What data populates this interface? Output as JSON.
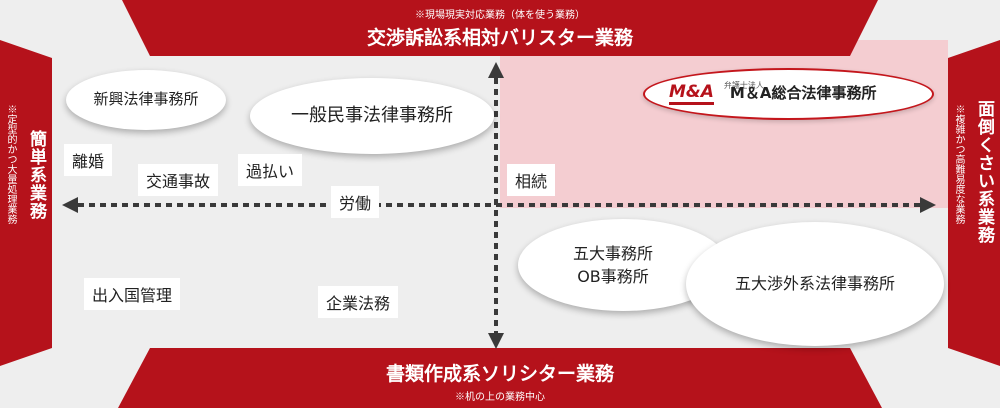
{
  "top": {
    "note": "※現場現実対応業務（体を使う業務）",
    "title": "交渉訴訟系相対バリスター業務"
  },
  "bottom": {
    "title": "書類作成系ソリシター業務",
    "note": "※机の上の業務中心"
  },
  "left": {
    "title": "簡単系業務",
    "note": "※定型的かつ大量処理業務"
  },
  "right": {
    "title": "面倒くさい系業務",
    "note": "※複雑かつ高難易度な業務"
  },
  "firms": {
    "shinko": "新興法律事務所",
    "ippan": "一般民事法律事務所",
    "godai_ob_1": "五大事務所",
    "godai_ob_2": "OB事務所",
    "godai_shogai": "五大渉外系法律事務所"
  },
  "highlight": {
    "logo": "M&A",
    "small": "弁護士法人",
    "name": "M＆A総合法律事務所"
  },
  "work_areas": {
    "rikon": "離婚",
    "kotsu": "交通事故",
    "kabarai": "過払い",
    "rodo": "労働",
    "sozoku": "相続",
    "shutsunyukoku": "出入国管理",
    "kigyo": "企業法務"
  },
  "colors": {
    "banner": "#b5121b",
    "highlight_quadrant": "#f4cdd1",
    "background": "#eeeeee",
    "axis": "#3a3a3a"
  }
}
